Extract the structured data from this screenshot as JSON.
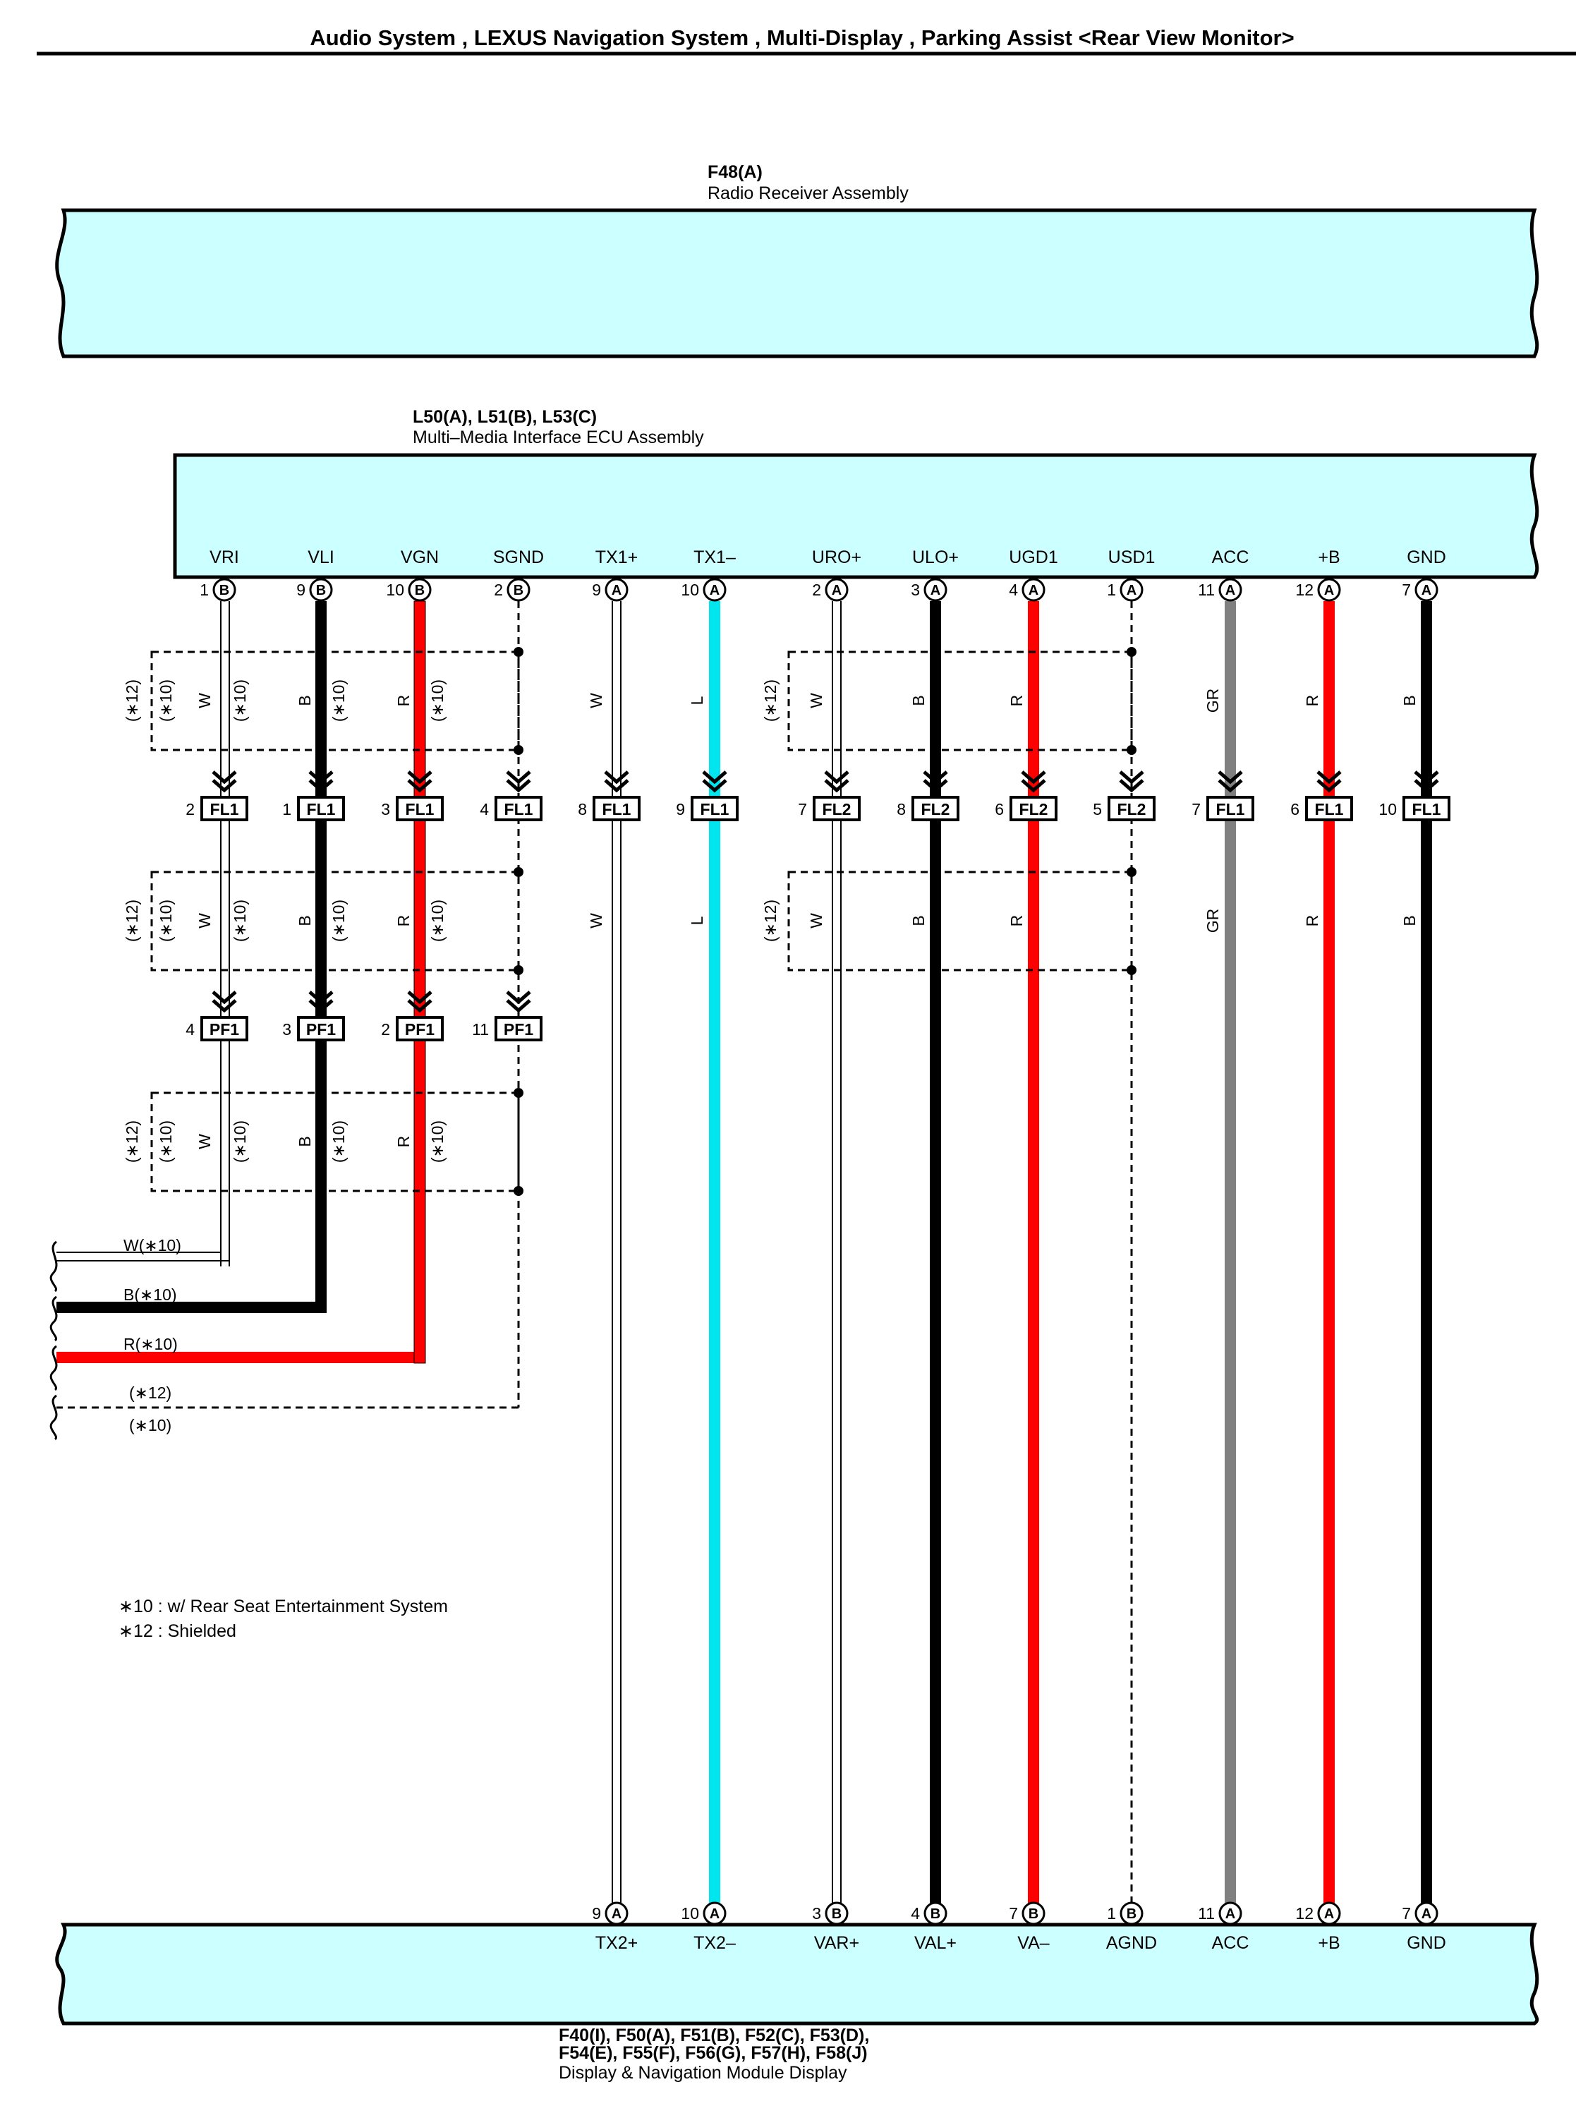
{
  "title": "Audio System , LEXUS Navigation System , Multi-Display , Parking Assist <Rear View Monitor>",
  "components": {
    "radio": {
      "code": "F48(A)",
      "name": "Radio Receiver Assembly"
    },
    "mmi": {
      "code": "L50(A), L51(B), L53(C)",
      "name": "Multi–Media Interface ECU Assembly"
    },
    "display": {
      "code_line1": "F40(I), F50(A), F51(B), F52(C), F53(D),",
      "code_line2": "F54(E), F55(F), F56(G), F57(H), F58(J)",
      "name": "Display & Navigation Module Display"
    }
  },
  "mmi_terminals": [
    {
      "signal": "VRI",
      "pin": "1",
      "conn": "B"
    },
    {
      "signal": "VLI",
      "pin": "9",
      "conn": "B"
    },
    {
      "signal": "VGN",
      "pin": "10",
      "conn": "B"
    },
    {
      "signal": "SGND",
      "pin": "2",
      "conn": "B"
    },
    {
      "signal": "TX1+",
      "pin": "9",
      "conn": "A"
    },
    {
      "signal": "TX1–",
      "pin": "10",
      "conn": "A"
    },
    {
      "signal": "URO+",
      "pin": "2",
      "conn": "A"
    },
    {
      "signal": "ULO+",
      "pin": "3",
      "conn": "A"
    },
    {
      "signal": "UGD1",
      "pin": "4",
      "conn": "A"
    },
    {
      "signal": "USD1",
      "pin": "1",
      "conn": "A"
    },
    {
      "signal": "ACC",
      "pin": "11",
      "conn": "A"
    },
    {
      "signal": "+B",
      "pin": "12",
      "conn": "A"
    },
    {
      "signal": "GND",
      "pin": "7",
      "conn": "A"
    }
  ],
  "display_terminals": [
    {
      "signal": "TX2+",
      "pin": "9",
      "conn": "A"
    },
    {
      "signal": "TX2–",
      "pin": "10",
      "conn": "A"
    },
    {
      "signal": "VAR+",
      "pin": "3",
      "conn": "B"
    },
    {
      "signal": "VAL+",
      "pin": "4",
      "conn": "B"
    },
    {
      "signal": "VA–",
      "pin": "7",
      "conn": "B"
    },
    {
      "signal": "AGND",
      "pin": "1",
      "conn": "B"
    },
    {
      "signal": "ACC",
      "pin": "11",
      "conn": "A"
    },
    {
      "signal": "+B",
      "pin": "12",
      "conn": "A"
    },
    {
      "signal": "GND",
      "pin": "7",
      "conn": "A"
    }
  ],
  "junctions_row1": [
    {
      "pin": "2",
      "name": "FL1"
    },
    {
      "pin": "1",
      "name": "FL1"
    },
    {
      "pin": "3",
      "name": "FL1"
    },
    {
      "pin": "4",
      "name": "FL1"
    },
    {
      "pin": "8",
      "name": "FL1"
    },
    {
      "pin": "9",
      "name": "FL1"
    },
    {
      "pin": "7",
      "name": "FL2"
    },
    {
      "pin": "8",
      "name": "FL2"
    },
    {
      "pin": "6",
      "name": "FL2"
    },
    {
      "pin": "5",
      "name": "FL2"
    },
    {
      "pin": "7",
      "name": "FL1"
    },
    {
      "pin": "6",
      "name": "FL1"
    },
    {
      "pin": "10",
      "name": "FL1"
    }
  ],
  "junctions_row2": [
    {
      "pin": "4",
      "name": "PF1"
    },
    {
      "pin": "3",
      "name": "PF1"
    },
    {
      "pin": "2",
      "name": "PF1"
    },
    {
      "pin": "11",
      "name": "PF1"
    }
  ],
  "wire_colors": {
    "W": "W",
    "B": "B",
    "R": "R",
    "L": "L",
    "GR": "GR"
  },
  "notes": {
    "n10": "(∗10)",
    "n12": "(∗12)"
  },
  "left_wires": [
    "W(∗10)",
    "B(∗10)",
    "R(∗10)",
    "(∗12)",
    "(∗10)"
  ],
  "legend": [
    "∗10 : w/ Rear Seat Entertainment System",
    "∗12 : Shielded"
  ],
  "colors": {
    "connector_fill": "#ccffff",
    "wire_black": "#000000",
    "wire_red": "#ff0000",
    "wire_blue": "#00e5ee",
    "wire_gray": "#808080"
  }
}
